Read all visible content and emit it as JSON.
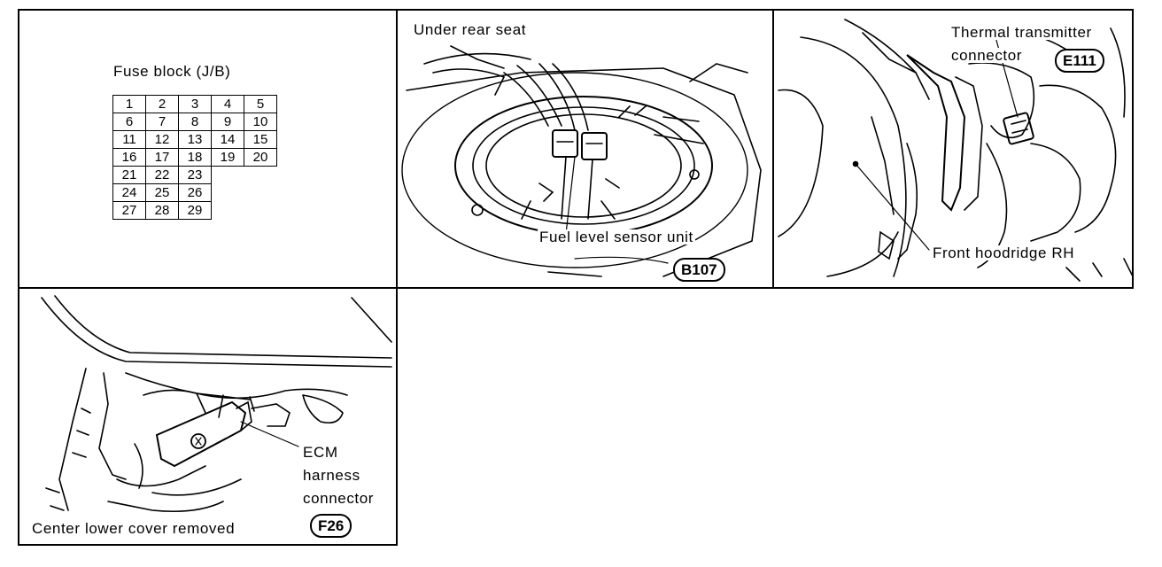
{
  "fuse_panel": {
    "title": "Fuse block (J/B)",
    "rows": [
      [
        "1",
        "2",
        "3",
        "4",
        "5"
      ],
      [
        "6",
        "7",
        "8",
        "9",
        "10"
      ],
      [
        "11",
        "12",
        "13",
        "14",
        "15"
      ],
      [
        "16",
        "17",
        "18",
        "19",
        "20"
      ],
      [
        "21",
        "22",
        "23"
      ],
      [
        "24",
        "25",
        "26"
      ],
      [
        "27",
        "28",
        "29"
      ]
    ]
  },
  "fuel_panel": {
    "location": "Under rear seat",
    "component": "Fuel level sensor unit",
    "connector": "B107"
  },
  "thermal_panel": {
    "component_line1": "Thermal transmitter",
    "component_line2": "connector",
    "connector": "E111",
    "location": "Front hoodridge RH"
  },
  "ecm_panel": {
    "component_line1": "ECM",
    "component_line2": "harness",
    "component_line3": "connector",
    "connector": "F26",
    "location": "Center lower cover removed"
  }
}
